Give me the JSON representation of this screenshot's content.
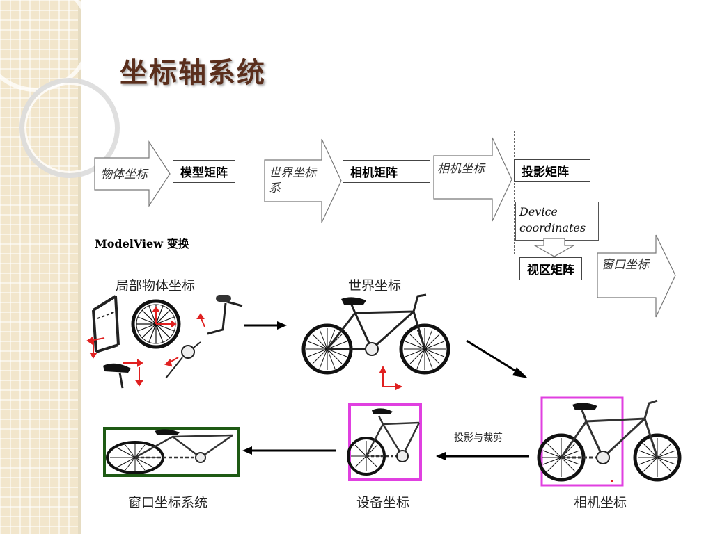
{
  "title": "坐标轴系统",
  "pipeline": {
    "object_coords": "物体坐标",
    "model_matrix": "模型矩阵",
    "world_coords": "世界坐标系",
    "camera_matrix": "相机矩阵",
    "camera_coords": "相机坐标",
    "projection_matrix": "投影矩阵",
    "device_coords_line1": "Device",
    "device_coords_line2": "coordinates",
    "modelview_label": "ModelView 变换",
    "viewport_matrix": "视区矩阵",
    "window_coords": "窗口坐标"
  },
  "illustration": {
    "local_object_coords": "局部物体坐标",
    "world_coords": "世界坐标",
    "projection_clip": "投影与裁剪",
    "window_coord_system": "窗口坐标系统",
    "device_coords": "设备坐标",
    "camera_coords": "相机坐标"
  },
  "colors": {
    "title": "#5a2e1c",
    "axis_red": "#e02020",
    "frame_magenta": "#e040e0",
    "frame_green": "#1e5a14"
  }
}
